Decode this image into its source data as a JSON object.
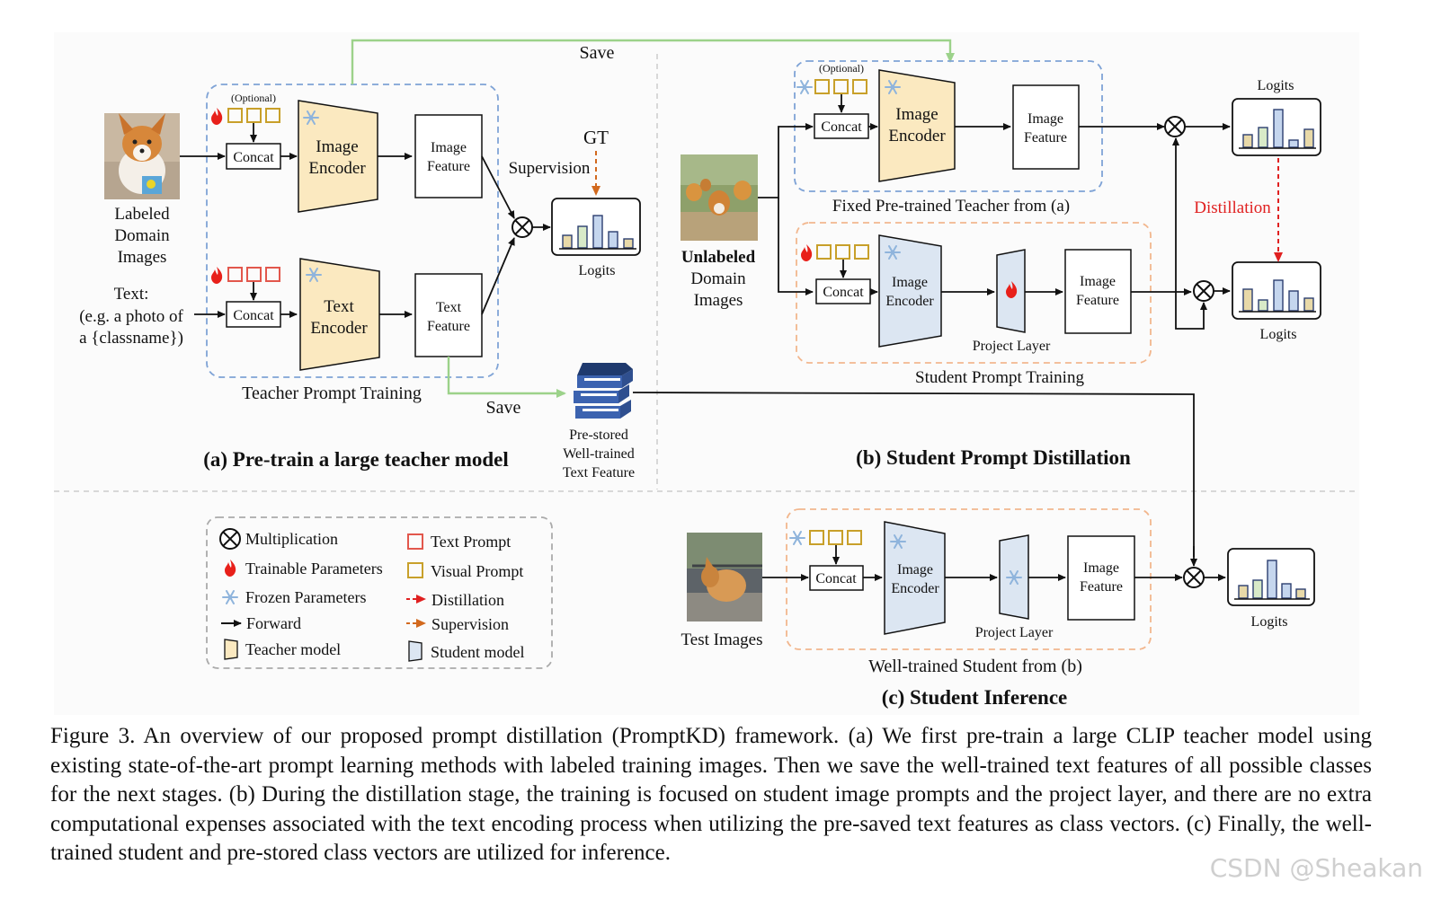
{
  "panel_a": {
    "title": "(a) Pre-train a large teacher model",
    "save_top": "Save",
    "save_bottom": "Save",
    "optional": "(Optional)",
    "concat": "Concat",
    "image_encoder": [
      "Image",
      "Encoder"
    ],
    "text_encoder": [
      "Text",
      "Encoder"
    ],
    "image_feature": [
      "Image",
      "Feature"
    ],
    "text_feature": [
      "Text",
      "Feature"
    ],
    "gt": "GT",
    "supervision": "Supervision",
    "logits": "Logits",
    "input_image_label": [
      "Labeled",
      "Domain",
      "Images"
    ],
    "input_text_label": [
      "Text:",
      "(e.g. a photo of",
      "a {classname})"
    ],
    "box_label": "Teacher Prompt Training",
    "prestored": [
      "Pre-stored",
      "Well-trained",
      "Text Feature"
    ]
  },
  "panel_b": {
    "title": "(b) Student Prompt Distillation",
    "optional": "(Optional)",
    "concat": "Concat",
    "image_encoder": [
      "Image",
      "Encoder"
    ],
    "image_feature": [
      "Image",
      "Feature"
    ],
    "project_layer": "Project Layer",
    "teacher_box_label": "Fixed Pre-trained Teacher from (a)",
    "student_box_label": "Student Prompt Training",
    "input_label": [
      "Unlabeled",
      "Domain",
      "Images"
    ],
    "distillation": "Distillation",
    "logits_top": "Logits",
    "logits_bottom": "Logits"
  },
  "panel_c": {
    "title": "(c) Student Inference",
    "concat": "Concat",
    "image_encoder": [
      "Image",
      "Encoder"
    ],
    "image_feature": [
      "Image",
      "Feature"
    ],
    "project_layer": "Project Layer",
    "box_label": "Well-trained Student from (b)",
    "input_label": "Test Images",
    "logits": "Logits"
  },
  "legend": {
    "multiplication": "Multiplication",
    "trainable": "Trainable Parameters",
    "frozen": "Frozen Parameters",
    "forward": "Forward",
    "teacher_model": "Teacher model",
    "text_prompt": "Text Prompt",
    "visual_prompt": "Visual Prompt",
    "distillation": "Distillation",
    "supervision": "Supervision",
    "student_model": "Student model"
  },
  "colors": {
    "teacher_fill": "#fbe9c0",
    "student_fill": "#dce6f2",
    "blue_dash": "#7fa3d6",
    "orange_dash": "#f2b78e",
    "green_arrow": "#9cd28a",
    "red_dash": "#e02020",
    "orange_arrow": "#d2691e",
    "visual_prompt": "#c8a02a",
    "text_prompt": "#e2574c",
    "bar_fill": "#e8d9a8",
    "bar_green": "#d8eac8",
    "bar_blue": "#c5d6ee"
  },
  "caption": {
    "text": "Figure 3. An overview of our proposed prompt distillation (PromptKD) framework. (a) We first pre-train a large CLIP teacher model using existing state-of-the-art prompt learning methods with labeled training images. Then we save the well-trained text features of all possible classes for the next stages. (b) During the distillation stage, the training is focused on student image prompts and the project layer, and there are no extra computational expenses associated with the text encoding process when utilizing the pre-saved text features as class vectors. (c) Finally, the well-trained student and pre-stored class vectors are utilized for inference."
  },
  "watermark": "CSDN @Sheakan"
}
